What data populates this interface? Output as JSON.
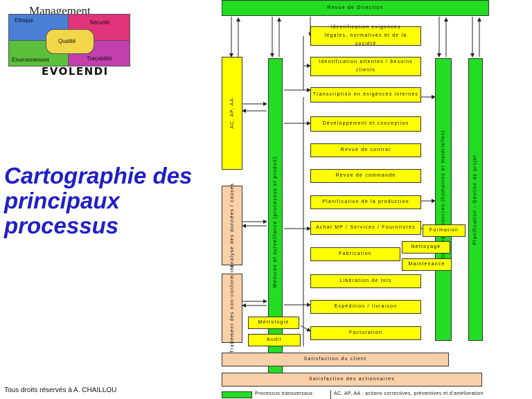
{
  "logo": {
    "title": "Management",
    "brand": "EVOLENDI",
    "pieces": {
      "ethique": "Ethique",
      "securite": "Sécurité",
      "qualite": "Qualité",
      "environnement": "Environnement",
      "tracabilite": "Traçabilité"
    },
    "colors": {
      "blue": "#4a7fd6",
      "pink": "#e0357a",
      "yellow": "#f3d74a",
      "green": "#5cbf3c",
      "magenta": "#c13fae"
    }
  },
  "title": "Cartographie des principaux processus",
  "credit": "Tous droits réservés à  A. CHAILLOU",
  "diagram": {
    "top_bar": "Revue de Direction",
    "process_boxes": [
      "Identification exigences légales, normatives et de la société",
      "Identification attentes / besoins clients",
      "Transcription en exigences internes",
      "Développement et conception",
      "Revue de contrat",
      "Revue de commande",
      "Planification de la production",
      "Achat MP / Services / Fournitures",
      "Fabrication",
      "Libération de lots",
      "Expédition / livraison",
      "Facturation"
    ],
    "side_boxes": {
      "formation": "Formation",
      "nettoyage": "Nettoyage",
      "maintenance": "Maintenance",
      "metrologie": "Métrologie",
      "audit": "Audit"
    },
    "vertical": {
      "ac_ap_aa": "AC, AP, AA",
      "analyse": "Analyse des données / causes",
      "traitement": "Traitement des non-conformités",
      "mesures": "Mesures et surveillance (processus et produit)",
      "gestion_ressources": "Gestion des ressources (humaines et matérielles)",
      "planification": "Planification - Gestion de projet"
    },
    "satisfaction_client": "Satisfaction du client",
    "satisfaction_actionnaires": "Satisfaction des actionnaires",
    "legend": {
      "transverse": "Processus transversaux",
      "note": "AC, AP, AA : actions correctives, préventives et d'amélioration"
    },
    "colors": {
      "process": "#ffff00",
      "transverse": "#22dd22",
      "satisfaction": "#fad0a8"
    }
  }
}
